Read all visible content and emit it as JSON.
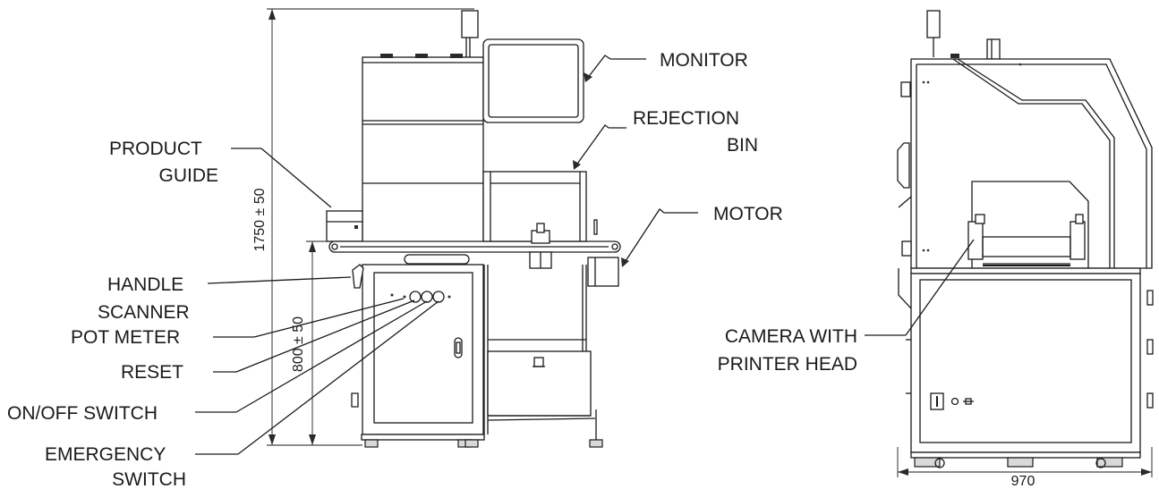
{
  "front_view": {
    "labels": {
      "monitor": "MONITOR",
      "rejection_bin_line1": "REJECTION",
      "rejection_bin_line2": "BIN",
      "product_guide_line1": "PRODUCT",
      "product_guide_line2": "GUIDE",
      "motor": "MOTOR",
      "handle": "HANDLE",
      "scanner": "SCANNER",
      "pot_meter": "POT METER",
      "reset": "RESET",
      "on_off_switch": "ON/OFF SWITCH",
      "emergency_switch_line1": "EMERGENCY",
      "emergency_switch_line2": "SWITCH"
    },
    "dimensions": {
      "overall_height": "1750 ± 50",
      "conveyor_height": "800 ± 50"
    }
  },
  "side_view": {
    "labels": {
      "camera_line1": "CAMERA WITH",
      "camera_line2": "PRINTER HEAD"
    },
    "dimensions": {
      "width": "970"
    }
  },
  "colors": {
    "line": "#1a1a1a",
    "background": "#ffffff"
  }
}
